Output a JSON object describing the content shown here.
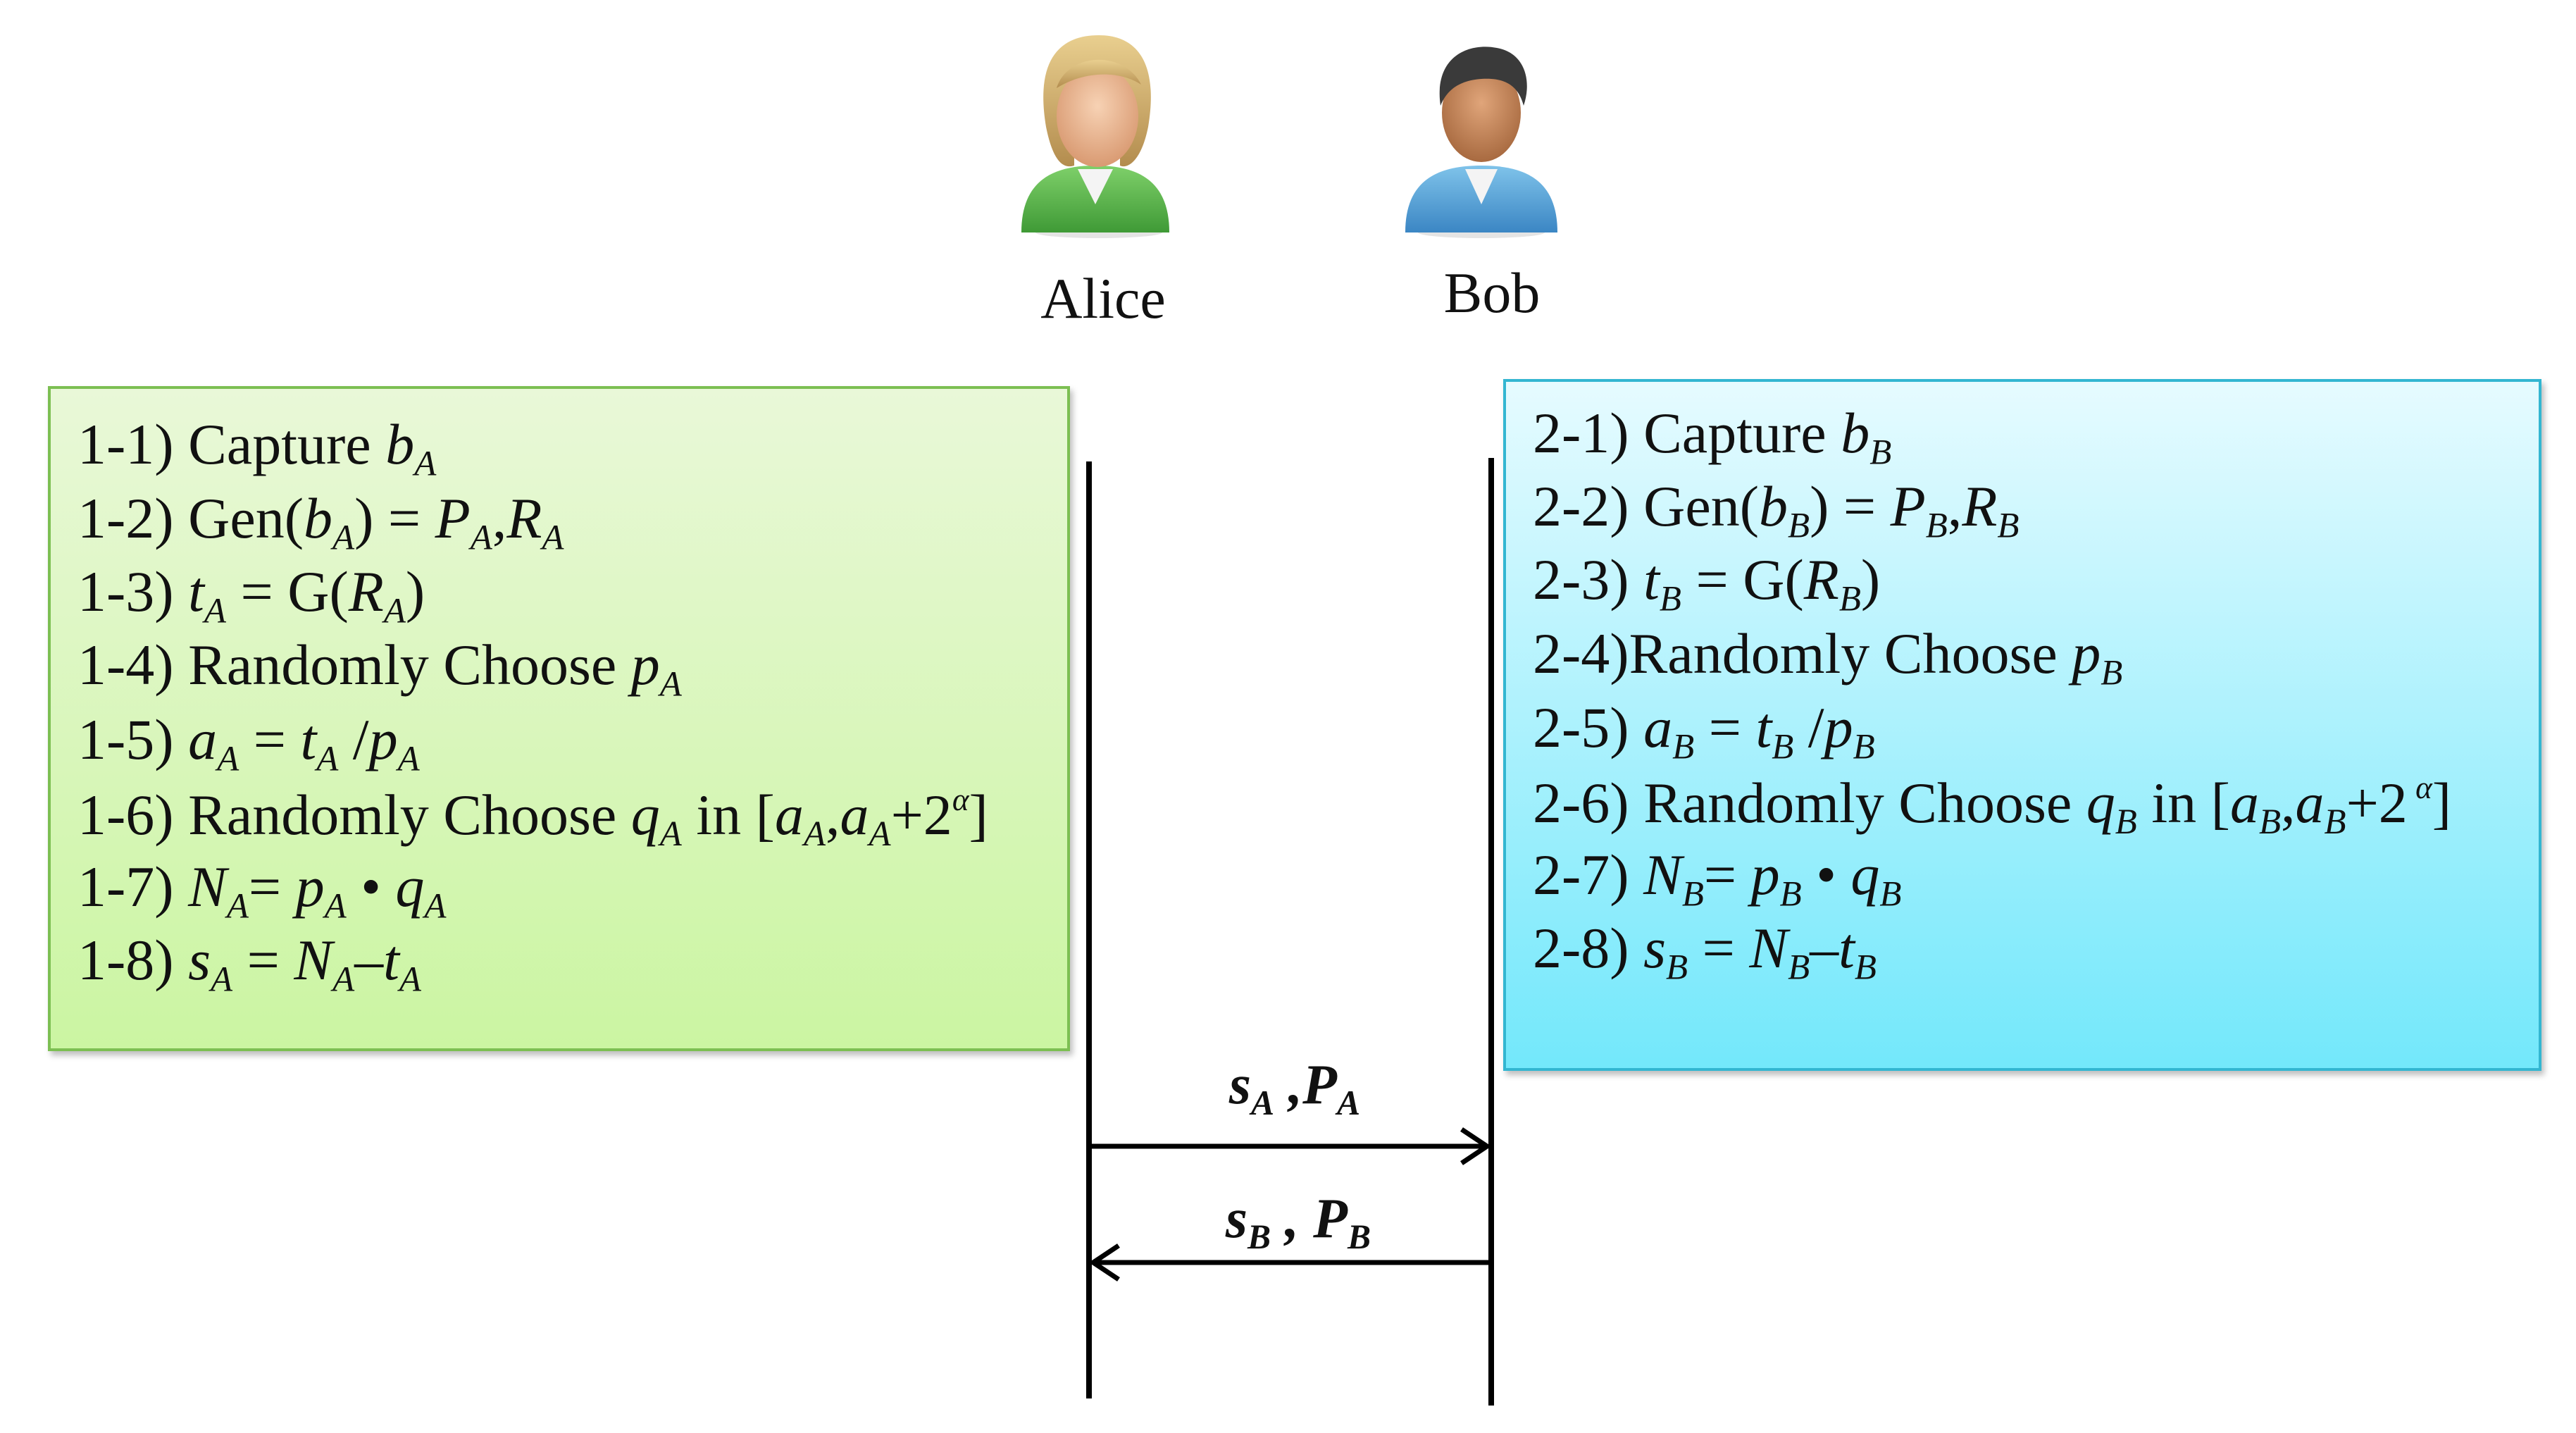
{
  "actors": {
    "alice": {
      "label": "Alice"
    },
    "bob": {
      "label": "Bob"
    }
  },
  "colors": {
    "alice_box_border": "#7cbf52",
    "alice_box_fill": "#cbf5a2",
    "bob_box_border": "#33b6d1",
    "bob_box_fill": "#73e8fb",
    "line": "#000000"
  },
  "alice_steps": [
    "1-1) Capture bA",
    "1-2) Gen(bA) = PA,RA",
    "1-3) tA = G(RA)",
    "1-4) Randomly Choose pA",
    "1-5) aA = tA /pA",
    "1-6) Randomly Choose qA in [aA,aA+2α]",
    "1-7) NA= pA • qA",
    "1-8) sA = NA–tA"
  ],
  "bob_steps": [
    "2-1) Capture bB",
    "2-2) Gen(bB) = PB,RB",
    "2-3) tB = G(RB)",
    "2-4)Randomly Choose pB",
    "2-5) aB = tB /pB",
    "2-6) Randomly Choose qB in [aB,aB+2 α]",
    "2-7) NB= pB • qB",
    "2-8) sB = NB–tB"
  ],
  "messages": {
    "to_bob": "sA ,PA",
    "to_alice": "sB , PB"
  }
}
